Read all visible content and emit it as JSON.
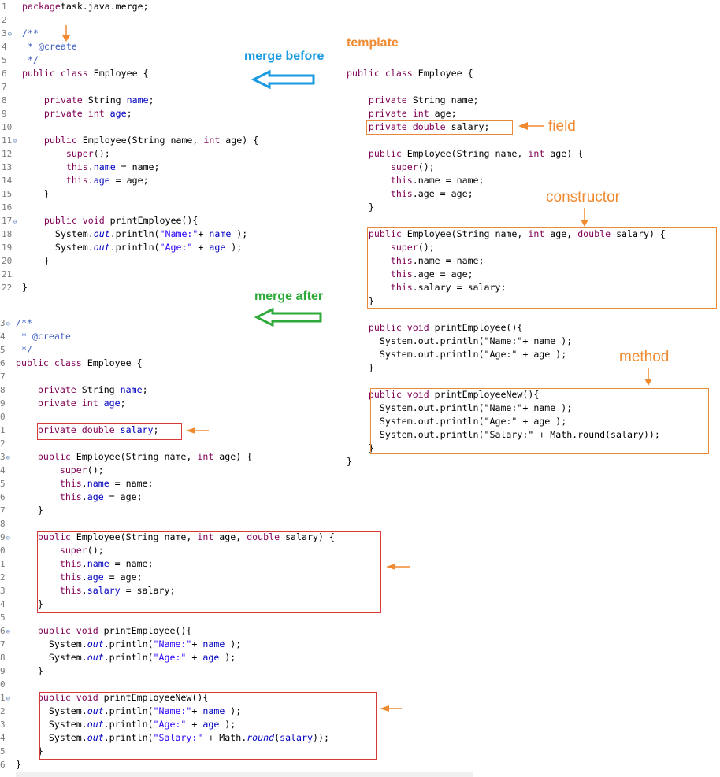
{
  "colors": {
    "keyword": "#7f0055",
    "field": "#0000c0",
    "string": "#2a00ff",
    "comment": "#3f5fbf",
    "box_red": "#d43a3a",
    "box_orange": "#e8883a",
    "label_blue": "#1a9ae0",
    "label_green": "#2eaa3a",
    "label_orange": "#f08a30"
  },
  "labels": {
    "template": "template",
    "merge_before": "merge before",
    "merge_after": "merge after",
    "field": "field",
    "constructor": "constructor",
    "method": "method"
  },
  "before": {
    "lines": [
      {
        "n": "1",
        "t": [
          [
            "kw",
            "package"
          ],
          [
            "",
            "task.java.merge;"
          ]
        ]
      },
      {
        "n": "2",
        "t": []
      },
      {
        "n": "3",
        "fold": true,
        "t": [
          [
            "cmt",
            "/**"
          ]
        ]
      },
      {
        "n": "4",
        "t": [
          [
            "cmt",
            " * @create"
          ]
        ]
      },
      {
        "n": "5",
        "t": [
          [
            "cmt",
            " */"
          ]
        ]
      },
      {
        "n": "6",
        "t": [
          [
            "kw",
            "public class"
          ],
          [
            "",
            " Employee {"
          ]
        ]
      },
      {
        "n": "7",
        "t": []
      },
      {
        "n": "8",
        "t": [
          [
            "",
            "    "
          ],
          [
            "kw",
            "private"
          ],
          [
            "",
            " String "
          ],
          [
            "fld",
            "name"
          ],
          [
            "",
            ";"
          ]
        ]
      },
      {
        "n": "9",
        "t": [
          [
            "",
            "    "
          ],
          [
            "kw",
            "private int"
          ],
          [
            "fld",
            " age"
          ],
          [
            "",
            ";"
          ]
        ]
      },
      {
        "n": "10",
        "t": []
      },
      {
        "n": "11",
        "fold": true,
        "t": [
          [
            "",
            "    "
          ],
          [
            "kw",
            "public"
          ],
          [
            "",
            " Employee(String name, "
          ],
          [
            "kw",
            "int"
          ],
          [
            "",
            " age) {"
          ]
        ]
      },
      {
        "n": "12",
        "t": [
          [
            "",
            "        "
          ],
          [
            "kw",
            "super"
          ],
          [
            "",
            "();"
          ]
        ]
      },
      {
        "n": "13",
        "t": [
          [
            "",
            "        "
          ],
          [
            "kw",
            "this"
          ],
          [
            "",
            "."
          ],
          [
            "fld",
            "name"
          ],
          [
            "",
            " = name;"
          ]
        ]
      },
      {
        "n": "14",
        "t": [
          [
            "",
            "        "
          ],
          [
            "kw",
            "this"
          ],
          [
            "",
            "."
          ],
          [
            "fld",
            "age"
          ],
          [
            "",
            " = age;"
          ]
        ]
      },
      {
        "n": "15",
        "t": [
          [
            "",
            "    }"
          ]
        ]
      },
      {
        "n": "16",
        "t": []
      },
      {
        "n": "17",
        "fold": true,
        "t": [
          [
            "",
            "    "
          ],
          [
            "kw",
            "public void"
          ],
          [
            "",
            " printEmployee(){"
          ]
        ]
      },
      {
        "n": "18",
        "t": [
          [
            "",
            "      System."
          ],
          [
            "ital",
            "out"
          ],
          [
            "",
            ".println("
          ],
          [
            "str",
            "\"Name:\""
          ],
          [
            "",
            "+ "
          ],
          [
            "fld",
            "name"
          ],
          [
            "",
            " );"
          ]
        ]
      },
      {
        "n": "19",
        "t": [
          [
            "",
            "      System."
          ],
          [
            "ital",
            "out"
          ],
          [
            "",
            ".println("
          ],
          [
            "str",
            "\"Age:\""
          ],
          [
            "",
            " + "
          ],
          [
            "fld",
            "age"
          ],
          [
            "",
            " );"
          ]
        ]
      },
      {
        "n": "20",
        "t": [
          [
            "",
            "    }"
          ]
        ]
      },
      {
        "n": "21",
        "t": []
      },
      {
        "n": "22",
        "t": [
          [
            "",
            "}"
          ]
        ]
      }
    ]
  },
  "template": {
    "lines": [
      {
        "t": [
          [
            "kw",
            "public class"
          ],
          [
            "",
            " Employee {"
          ]
        ]
      },
      {
        "t": []
      },
      {
        "t": [
          [
            "",
            "    "
          ],
          [
            "kw",
            "private"
          ],
          [
            "",
            " String name;"
          ]
        ]
      },
      {
        "t": [
          [
            "",
            "    "
          ],
          [
            "kw",
            "private int"
          ],
          [
            "",
            " age;"
          ]
        ]
      },
      {
        "t": [
          [
            "",
            "    "
          ],
          [
            "kw",
            "private double"
          ],
          [
            "",
            " salary;"
          ]
        ]
      },
      {
        "t": []
      },
      {
        "t": [
          [
            "",
            "    "
          ],
          [
            "kw",
            "public"
          ],
          [
            "",
            " Employee(String name, "
          ],
          [
            "kw",
            "int"
          ],
          [
            "",
            " age) {"
          ]
        ]
      },
      {
        "t": [
          [
            "",
            "        "
          ],
          [
            "kw",
            "super"
          ],
          [
            "",
            "();"
          ]
        ]
      },
      {
        "t": [
          [
            "",
            "        "
          ],
          [
            "kw",
            "this"
          ],
          [
            "",
            ".name = name;"
          ]
        ]
      },
      {
        "t": [
          [
            "",
            "        "
          ],
          [
            "kw",
            "this"
          ],
          [
            "",
            ".age = age;"
          ]
        ]
      },
      {
        "t": [
          [
            "",
            "    }"
          ]
        ]
      },
      {
        "t": []
      },
      {
        "t": [
          [
            "",
            "    "
          ],
          [
            "kw",
            "public"
          ],
          [
            "",
            " Employee(String name, "
          ],
          [
            "kw",
            "int"
          ],
          [
            "",
            " age, "
          ],
          [
            "kw",
            "double"
          ],
          [
            "",
            " salary) {"
          ]
        ]
      },
      {
        "t": [
          [
            "",
            "        "
          ],
          [
            "kw",
            "super"
          ],
          [
            "",
            "();"
          ]
        ]
      },
      {
        "t": [
          [
            "",
            "        "
          ],
          [
            "kw",
            "this"
          ],
          [
            "",
            ".name = name;"
          ]
        ]
      },
      {
        "t": [
          [
            "",
            "        "
          ],
          [
            "kw",
            "this"
          ],
          [
            "",
            ".age = age;"
          ]
        ]
      },
      {
        "t": [
          [
            "",
            "        "
          ],
          [
            "kw",
            "this"
          ],
          [
            "",
            ".salary = salary;"
          ]
        ]
      },
      {
        "t": [
          [
            "",
            "    }"
          ]
        ]
      },
      {
        "t": []
      },
      {
        "t": [
          [
            "",
            "    "
          ],
          [
            "kw",
            "public void"
          ],
          [
            "",
            " printEmployee(){"
          ]
        ]
      },
      {
        "t": [
          [
            "",
            "      System.out.println(\"Name:\"+ name );"
          ]
        ]
      },
      {
        "t": [
          [
            "",
            "      System.out.println(\"Age:\" + age );"
          ]
        ]
      },
      {
        "t": [
          [
            "",
            "    }"
          ]
        ]
      },
      {
        "t": []
      },
      {
        "t": [
          [
            "",
            "    "
          ],
          [
            "kw",
            "public void"
          ],
          [
            "",
            " printEmployeeNew(){"
          ]
        ]
      },
      {
        "t": [
          [
            "",
            "      System.out.println(\"Name:\"+ name );"
          ]
        ]
      },
      {
        "t": [
          [
            "",
            "      System.out.println(\"Age:\" + age );"
          ]
        ]
      },
      {
        "t": [
          [
            "",
            "      System.out.println(\"Salary:\" + Math.round(salary));"
          ]
        ]
      },
      {
        "t": [
          [
            "",
            "    }"
          ]
        ]
      },
      {
        "t": [
          [
            "",
            "}"
          ]
        ]
      }
    ]
  },
  "after": {
    "lines": [
      {
        "n": "3",
        "fold": true,
        "t": [
          [
            "cmt",
            "/**"
          ]
        ]
      },
      {
        "n": "4",
        "t": [
          [
            "cmt",
            " * @create"
          ]
        ]
      },
      {
        "n": "5",
        "t": [
          [
            "cmt",
            " */"
          ]
        ]
      },
      {
        "n": "6",
        "t": [
          [
            "kw",
            "public class"
          ],
          [
            "",
            " Employee {"
          ]
        ]
      },
      {
        "n": "7",
        "t": []
      },
      {
        "n": "8",
        "t": [
          [
            "",
            "    "
          ],
          [
            "kw",
            "private"
          ],
          [
            "",
            " String "
          ],
          [
            "fld",
            "name"
          ],
          [
            "",
            ";"
          ]
        ]
      },
      {
        "n": "9",
        "t": [
          [
            "",
            "    "
          ],
          [
            "kw",
            "private int"
          ],
          [
            "fld",
            " age"
          ],
          [
            "",
            ";"
          ]
        ]
      },
      {
        "n": "0",
        "t": []
      },
      {
        "n": "1",
        "t": [
          [
            "",
            "    "
          ],
          [
            "kw",
            "private double"
          ],
          [
            "fld",
            " salary"
          ],
          [
            "",
            ";"
          ]
        ]
      },
      {
        "n": "2",
        "t": []
      },
      {
        "n": "3",
        "fold": true,
        "t": [
          [
            "",
            "    "
          ],
          [
            "kw",
            "public"
          ],
          [
            "",
            " Employee(String name, "
          ],
          [
            "kw",
            "int"
          ],
          [
            "",
            " age) {"
          ]
        ]
      },
      {
        "n": "4",
        "t": [
          [
            "",
            "        "
          ],
          [
            "kw",
            "super"
          ],
          [
            "",
            "();"
          ]
        ]
      },
      {
        "n": "5",
        "t": [
          [
            "",
            "        "
          ],
          [
            "kw",
            "this"
          ],
          [
            "",
            "."
          ],
          [
            "fld",
            "name"
          ],
          [
            "",
            " = name;"
          ]
        ]
      },
      {
        "n": "6",
        "t": [
          [
            "",
            "        "
          ],
          [
            "kw",
            "this"
          ],
          [
            "",
            "."
          ],
          [
            "fld",
            "age"
          ],
          [
            "",
            " = age;"
          ]
        ]
      },
      {
        "n": "7",
        "t": [
          [
            "",
            "    }"
          ]
        ]
      },
      {
        "n": "8",
        "t": []
      },
      {
        "n": "9",
        "fold": true,
        "t": [
          [
            "",
            "    "
          ],
          [
            "kw",
            "public"
          ],
          [
            "",
            " Employee(String name, "
          ],
          [
            "kw",
            "int"
          ],
          [
            "",
            " age, "
          ],
          [
            "kw",
            "double"
          ],
          [
            "",
            " salary) {"
          ]
        ]
      },
      {
        "n": "0",
        "t": [
          [
            "",
            "        "
          ],
          [
            "kw",
            "super"
          ],
          [
            "",
            "();"
          ]
        ]
      },
      {
        "n": "1",
        "t": [
          [
            "",
            "        "
          ],
          [
            "kw",
            "this"
          ],
          [
            "",
            "."
          ],
          [
            "fld",
            "name"
          ],
          [
            "",
            " = name;"
          ]
        ]
      },
      {
        "n": "2",
        "t": [
          [
            "",
            "        "
          ],
          [
            "kw",
            "this"
          ],
          [
            "",
            "."
          ],
          [
            "fld",
            "age"
          ],
          [
            "",
            " = age;"
          ]
        ]
      },
      {
        "n": "3",
        "t": [
          [
            "",
            "        "
          ],
          [
            "kw",
            "this"
          ],
          [
            "",
            "."
          ],
          [
            "fld",
            "salary"
          ],
          [
            "",
            " = salary;"
          ]
        ]
      },
      {
        "n": "4",
        "t": [
          [
            "",
            "    }"
          ]
        ]
      },
      {
        "n": "5",
        "t": []
      },
      {
        "n": "6",
        "fold": true,
        "t": [
          [
            "",
            "    "
          ],
          [
            "kw",
            "public void"
          ],
          [
            "",
            " printEmployee(){"
          ]
        ]
      },
      {
        "n": "7",
        "t": [
          [
            "",
            "      System."
          ],
          [
            "ital",
            "out"
          ],
          [
            "",
            ".println("
          ],
          [
            "str",
            "\"Name:\""
          ],
          [
            "",
            "+ "
          ],
          [
            "fld",
            "name"
          ],
          [
            "",
            " );"
          ]
        ]
      },
      {
        "n": "8",
        "t": [
          [
            "",
            "      System."
          ],
          [
            "ital",
            "out"
          ],
          [
            "",
            ".println("
          ],
          [
            "str",
            "\"Age:\""
          ],
          [
            "",
            " + "
          ],
          [
            "fld",
            "age"
          ],
          [
            "",
            " );"
          ]
        ]
      },
      {
        "n": "9",
        "t": [
          [
            "",
            "    }"
          ]
        ]
      },
      {
        "n": "0",
        "t": []
      },
      {
        "n": "1",
        "fold": true,
        "t": [
          [
            "",
            "    "
          ],
          [
            "kw",
            "public void"
          ],
          [
            "",
            " printEmployeeNew(){"
          ]
        ]
      },
      {
        "n": "2",
        "t": [
          [
            "",
            "      System."
          ],
          [
            "ital",
            "out"
          ],
          [
            "",
            ".println("
          ],
          [
            "str",
            "\"Name:\""
          ],
          [
            "",
            "+ "
          ],
          [
            "fld",
            "name"
          ],
          [
            "",
            " );"
          ]
        ]
      },
      {
        "n": "3",
        "t": [
          [
            "",
            "      System."
          ],
          [
            "ital",
            "out"
          ],
          [
            "",
            ".println("
          ],
          [
            "str",
            "\"Age:\""
          ],
          [
            "",
            " + "
          ],
          [
            "fld",
            "age"
          ],
          [
            "",
            " );"
          ]
        ]
      },
      {
        "n": "4",
        "t": [
          [
            "",
            "      System."
          ],
          [
            "ital",
            "out"
          ],
          [
            "",
            ".println("
          ],
          [
            "str",
            "\"Salary:\""
          ],
          [
            "",
            " + Math."
          ],
          [
            "ital",
            "round"
          ],
          [
            "",
            "("
          ],
          [
            "fld",
            "salary"
          ],
          [
            "",
            "));"
          ]
        ]
      },
      {
        "n": "5",
        "t": [
          [
            "",
            "    }"
          ]
        ]
      },
      {
        "n": "6",
        "t": [
          [
            "",
            "}"
          ]
        ]
      }
    ]
  }
}
